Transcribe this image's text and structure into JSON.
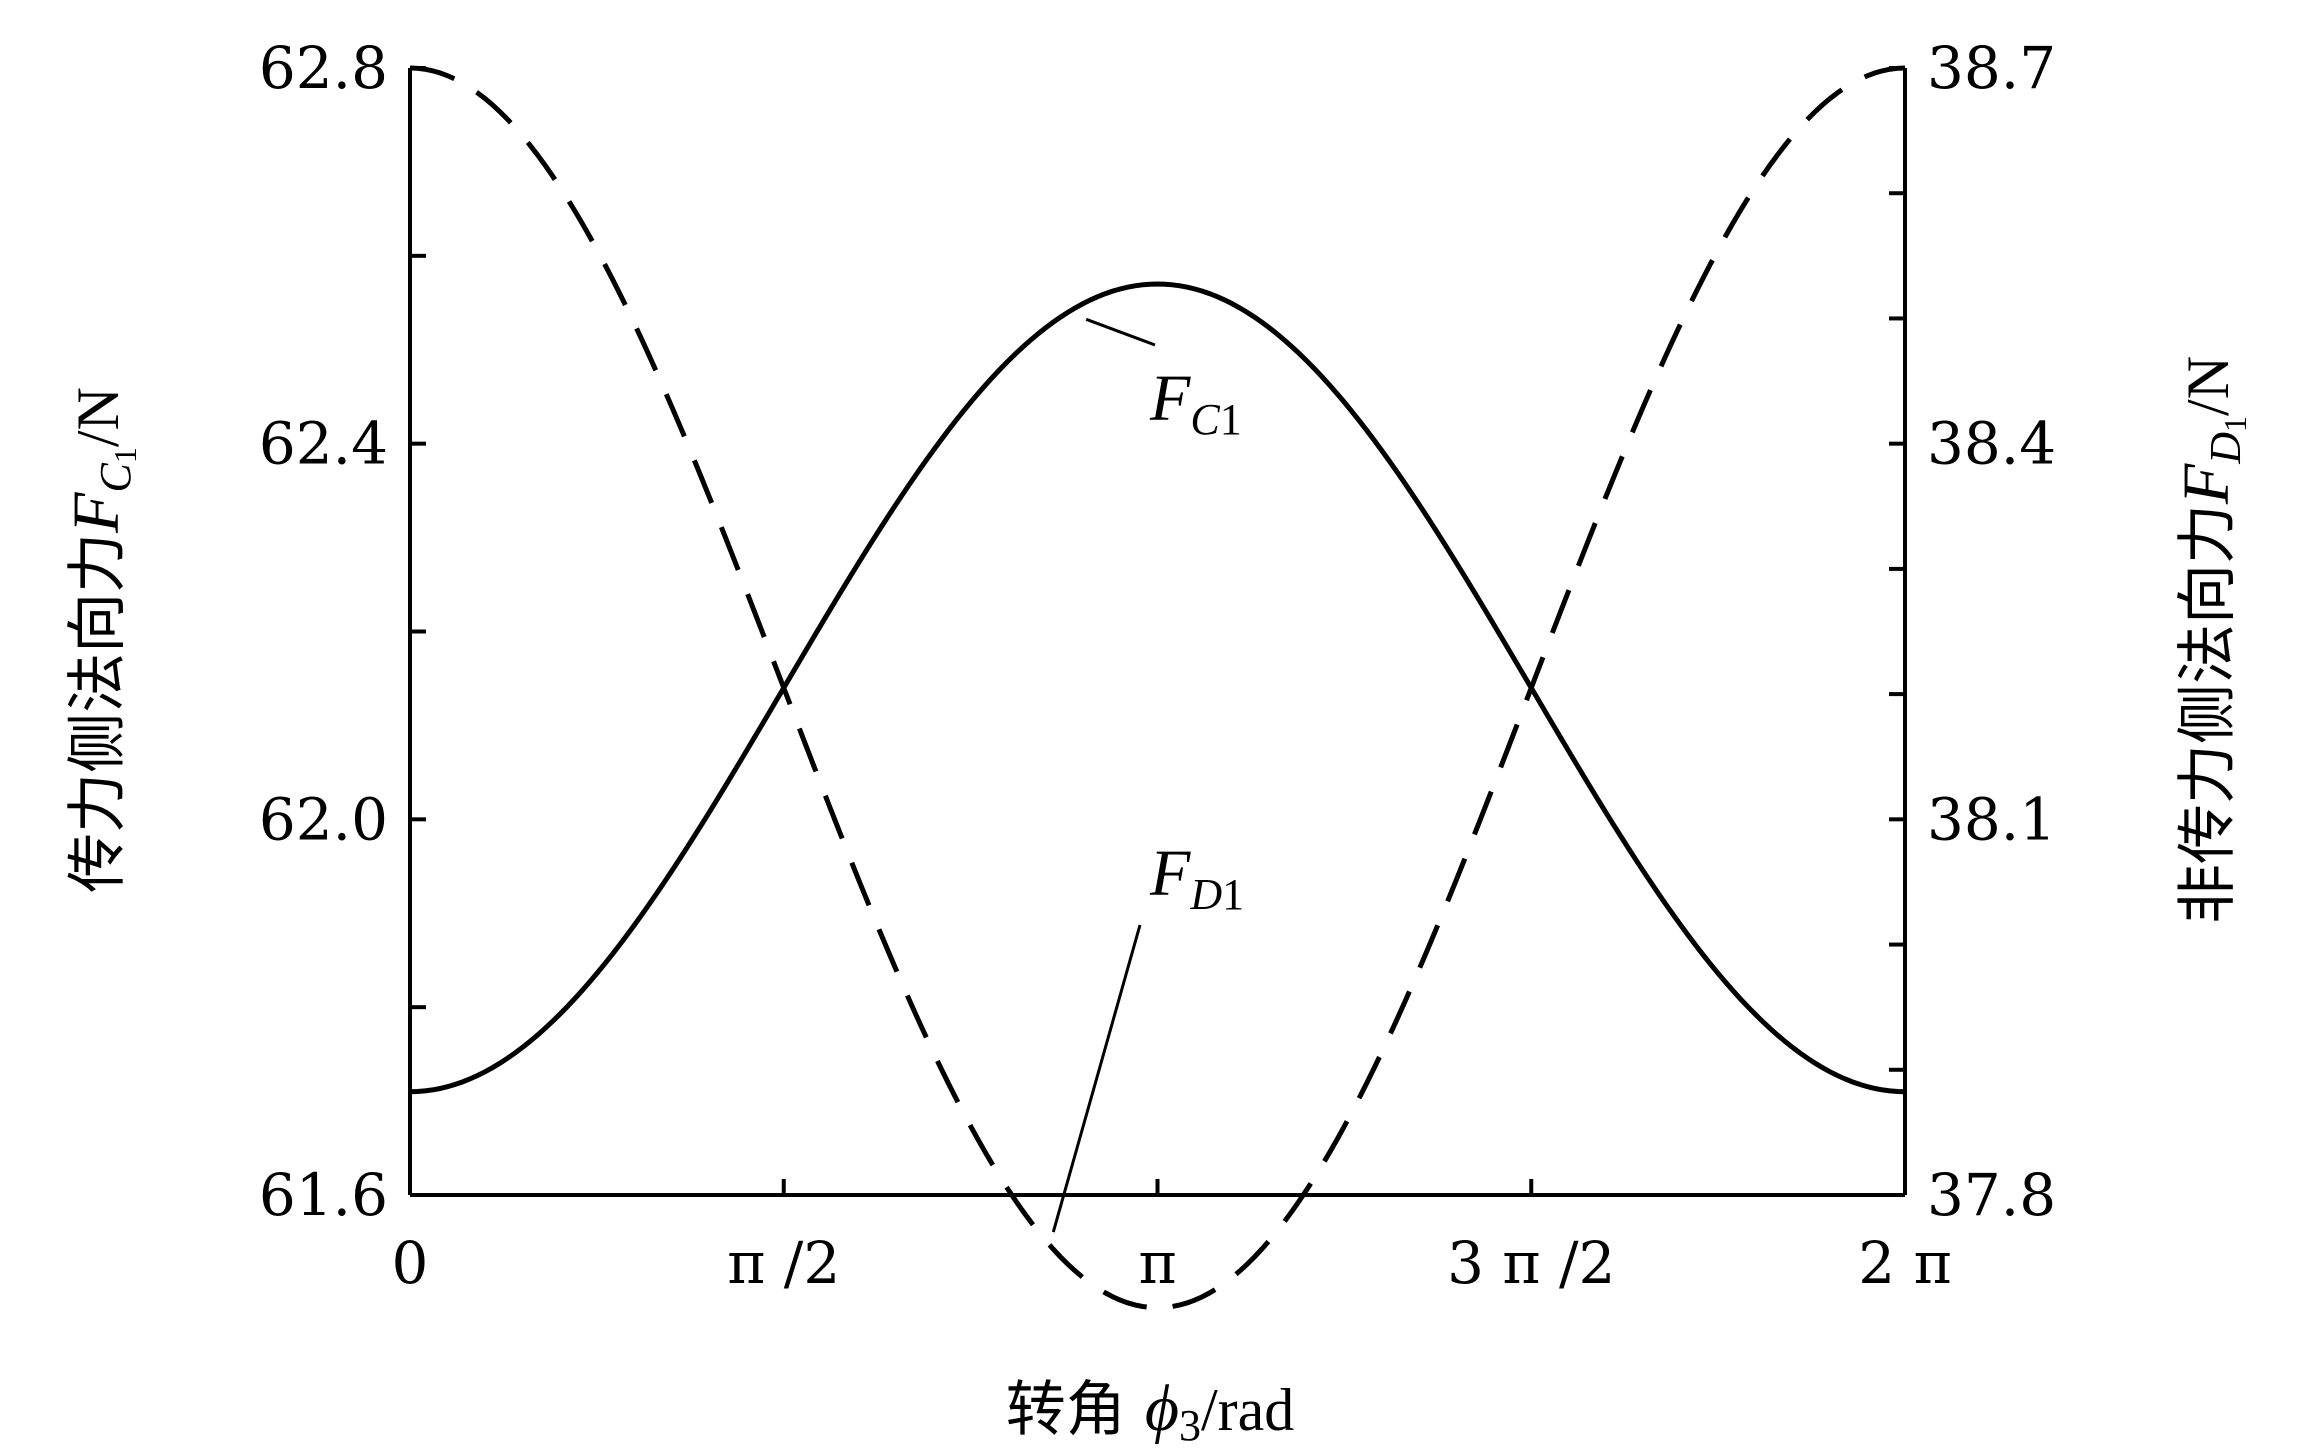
{
  "chart_data": {
    "type": "line",
    "x_label": {
      "prefix": "转角 ",
      "symbol": "ϕ",
      "subscript": "3",
      "unit": "/rad"
    },
    "x_ticks": [
      "0",
      "π /2",
      "π",
      "3 π /2",
      "2 π"
    ],
    "x_range": [
      "0",
      "2π"
    ],
    "y_left": {
      "label_prefix": "传力侧法向力",
      "label_symbol": "F",
      "label_sub1": "C",
      "label_sub2": "1",
      "label_unit": "/N",
      "range": [
        61.6,
        62.8
      ],
      "ticks": [
        "61.6",
        "62.0",
        "62.4",
        "62.8"
      ]
    },
    "y_right": {
      "label_prefix": "非传力侧法向力",
      "label_symbol": "F",
      "label_sub1": "D",
      "label_sub2": "1",
      "label_unit": "/N",
      "range": [
        37.8,
        38.7
      ],
      "ticks": [
        "37.8",
        "38.1",
        "38.4",
        "38.7"
      ]
    },
    "series": [
      {
        "name_symbol": "F",
        "name_sub1": "C",
        "name_sub2": "1",
        "axis": "left",
        "style": "solid",
        "x": [
          0,
          0.7854,
          1.5708,
          2.3562,
          3.1416,
          3.927,
          4.7124,
          5.4978,
          6.2832
        ],
        "y": [
          61.71,
          61.836,
          62.14,
          62.444,
          62.57,
          62.444,
          62.14,
          61.836,
          61.71
        ]
      },
      {
        "name_symbol": "F",
        "name_sub1": "D",
        "name_sub2": "1",
        "axis": "right",
        "style": "dashed",
        "x": [
          0,
          0.7854,
          1.5708,
          2.3562,
          3.1416,
          3.927,
          4.7124,
          5.4978,
          6.2832
        ],
        "y": [
          38.7,
          38.554,
          38.205,
          37.856,
          37.71,
          37.856,
          38.205,
          38.554,
          38.7
        ]
      }
    ],
    "grid": false,
    "legend": "none"
  }
}
